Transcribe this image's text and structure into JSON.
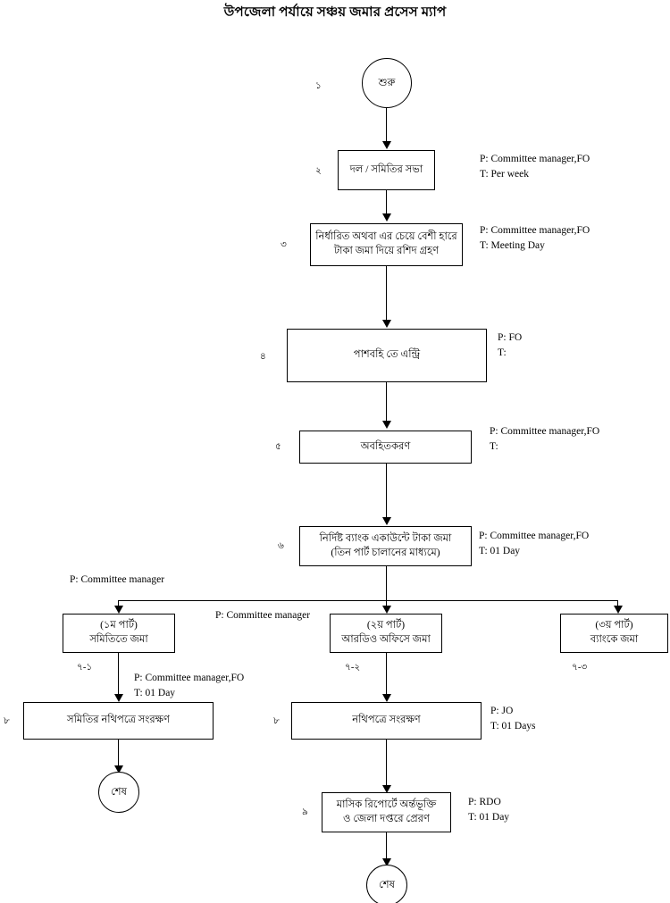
{
  "title": "উপজেলা পর্যায়ে সঞ্চয় জমার প্রসেস ম্যাপ",
  "nodes": {
    "start": {
      "label": "শুরু"
    },
    "n2": {
      "line1": "দল / সমিতির সভা"
    },
    "n3": {
      "line1": "নির্ধারিত অথবা এর চেয়ে বেশী হারে",
      "line2": "টাকা জমা দিয়ে রশিদ গ্রহণ"
    },
    "n4": {
      "line1": "পাশবহি তে এন্ট্রি"
    },
    "n5": {
      "line1": "অবহিতকরণ"
    },
    "n6": {
      "line1": "নির্দিষ্ট ব্যাংক একাউন্টে টাকা জমা",
      "line2": "(তিন পার্ট চালানের মাধ্যমে)"
    },
    "n7a": {
      "line1": "(১ম পার্ট)",
      "line2": "সমিতিতে জমা"
    },
    "n7b": {
      "line1": "(২য় পার্ট)",
      "line2": "আরডিও অফিসে জমা"
    },
    "n7c": {
      "line1": "(৩য় পার্ট)",
      "line2": "ব্যাংকে জমা"
    },
    "n8left": {
      "line1": "সমিতির নথিপত্রে সংরক্ষণ"
    },
    "n8center": {
      "line1": "নথিপত্রে সংরক্ষণ"
    },
    "n9": {
      "line1": "মাসিক রিপোর্টে অর্ন্তভূক্তি",
      "line2": "ও জেলা দপ্তরে প্রেরণ"
    },
    "end_left": {
      "label": "শেষ"
    },
    "end_center": {
      "label": "শেষ"
    }
  },
  "step_numbers": {
    "s1": "১",
    "s2": "২",
    "s3": "৩",
    "s4": "৪",
    "s5": "৫",
    "s6": "৬",
    "s7a": "৭-১",
    "s7b": "৭-২",
    "s7c": "৭-৩",
    "s8left": "৮",
    "s8center": "৮",
    "s9": "৯"
  },
  "annotations": {
    "a2": {
      "p": "P:  Committee manager,FO",
      "t": "T:  Per week"
    },
    "a3": {
      "p": "P:  Committee manager,FO",
      "t": "T:  Meeting Day"
    },
    "a4": {
      "p": "P:  FO",
      "t": "T:"
    },
    "a5": {
      "p": "P:  Committee manager,FO",
      "t": "T:"
    },
    "a6": {
      "p": "P:  Committee manager,FO",
      "t": "T:  01 Day"
    },
    "split_left": {
      "p": "P:  Committee manager"
    },
    "split_center": {
      "p": "P:  Committee manager"
    },
    "a8left": {
      "p": "P:  Committee manager,FO",
      "t": "T:  01 Day"
    },
    "a8center": {
      "p": "P: JO",
      "t": "T: 01 Days"
    },
    "a9": {
      "p": "P: RDO",
      "t": "T:  01 Day"
    }
  },
  "colors": {
    "stroke": "#000000",
    "background": "#ffffff",
    "text": "#000000"
  }
}
